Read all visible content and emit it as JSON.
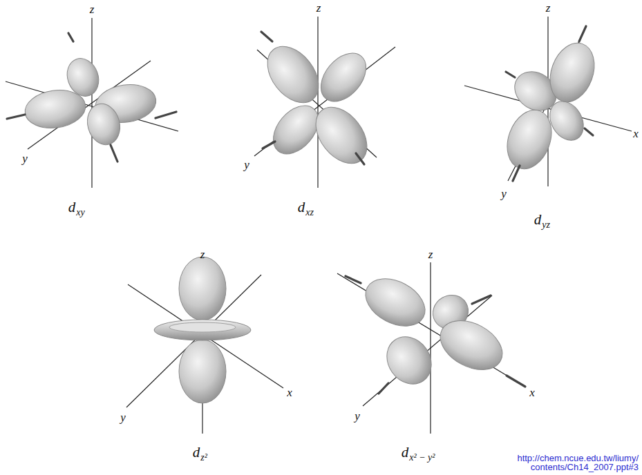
{
  "diagram": {
    "labels": [
      "z",
      "y",
      "d",
      "xy",
      "z",
      "y",
      "d",
      "xz",
      "z",
      "x",
      "y",
      "d",
      "yz",
      "z",
      "x",
      "y",
      "d",
      "z²",
      "z",
      "x",
      "y",
      "d",
      "x² − y²",
      "http://chem.ncue.edu.tw/liumy/ contents/Ch14_2007.ppt#3"
    ]
  }
}
